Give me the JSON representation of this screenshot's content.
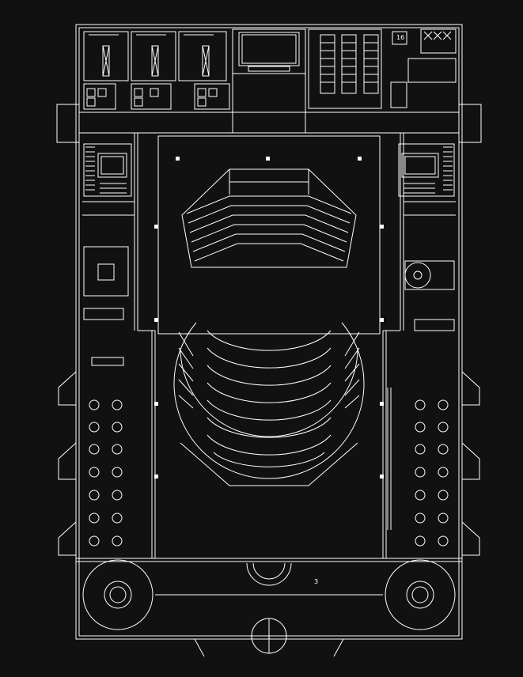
{
  "diagram": {
    "type": "architectural-floor-plan",
    "background_color": "#111111",
    "line_color": "#ffffff",
    "room_labels": {
      "upper_right_room": "16",
      "lower_foyer": "3"
    }
  }
}
